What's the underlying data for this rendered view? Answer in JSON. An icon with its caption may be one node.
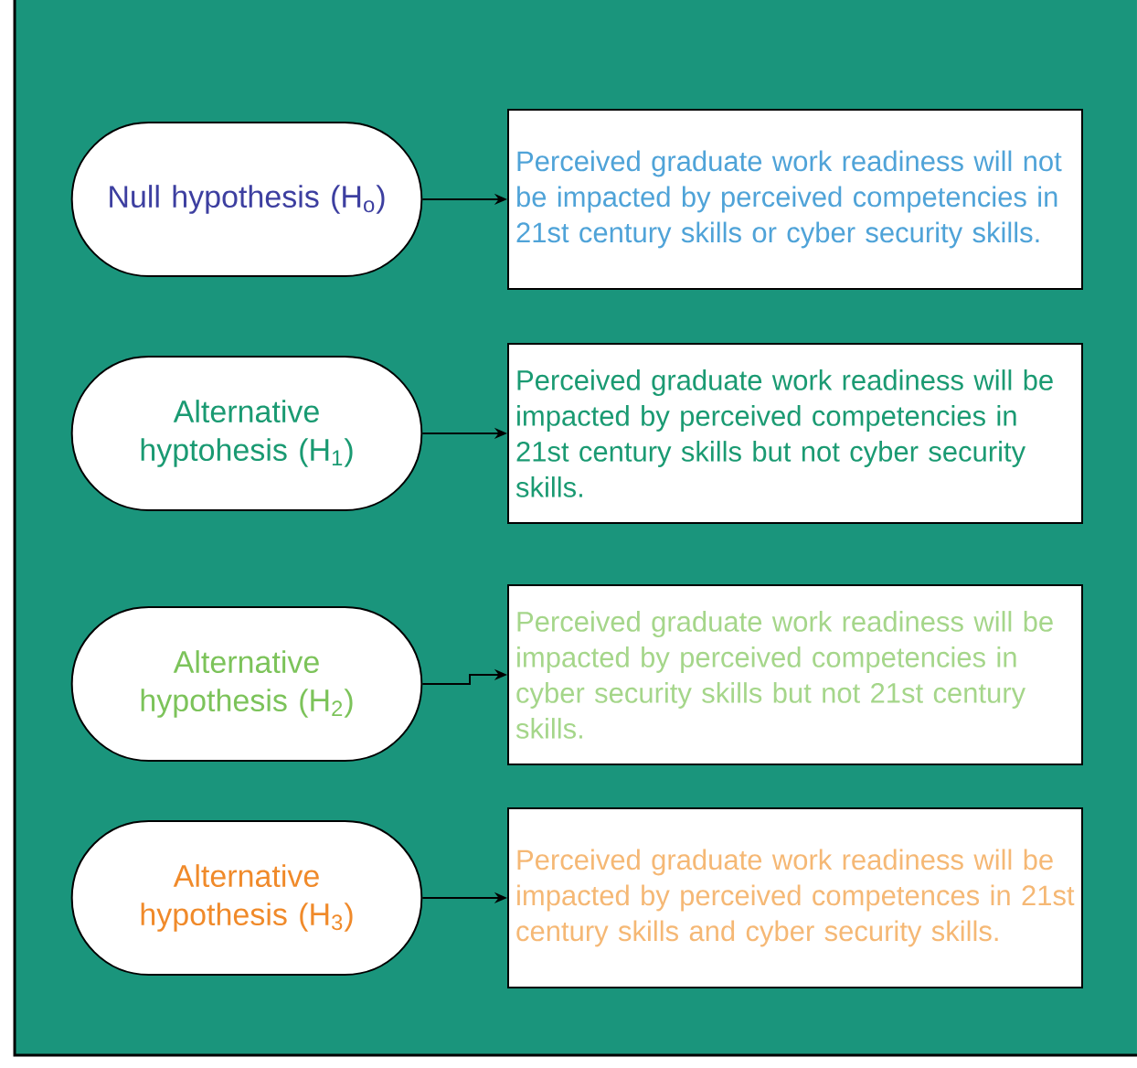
{
  "diagram": {
    "nodes": [
      {
        "text": [
          "Null hypothesis (H$_{o}$)"
        ]
      },
      {
        "text": [
          "Perceived graduate work readiness will not be impacted by perceived competencies in 21st century skills or cyber security skills."
        ]
      },
      {
        "text": [
          "Alternative hyptohesis (H$_{1}$)"
        ]
      },
      {
        "text": [
          "Perceived graduate work readiness will be impacted by perceived competencies in 21st century skills but not  cyber security skills."
        ]
      },
      {
        "text": [
          "Alternative hypothesis (H$_{2}$)"
        ]
      },
      {
        "text": [
          "Perceived graduate work readiness will be impacted by perceived competencies in  cyber security skills but not 21st century skills."
        ]
      },
      {
        "text": [
          "Alternative hypothesis (H$_{3}$)"
        ]
      },
      {
        "text": [
          "Perceived graduate work readiness will be impacted by perceived competences in 21st century skills and  cyber security skills."
        ]
      }
    ],
    "edges": [
      {
        "from": 0,
        "to": 1,
        "arrow": "to"
      },
      {
        "from": 2,
        "to": 3,
        "arrow": "to"
      },
      {
        "from": 4,
        "to": 5,
        "arrow": "to"
      },
      {
        "from": 6,
        "to": 7,
        "arrow": "to"
      }
    ]
  }
}
